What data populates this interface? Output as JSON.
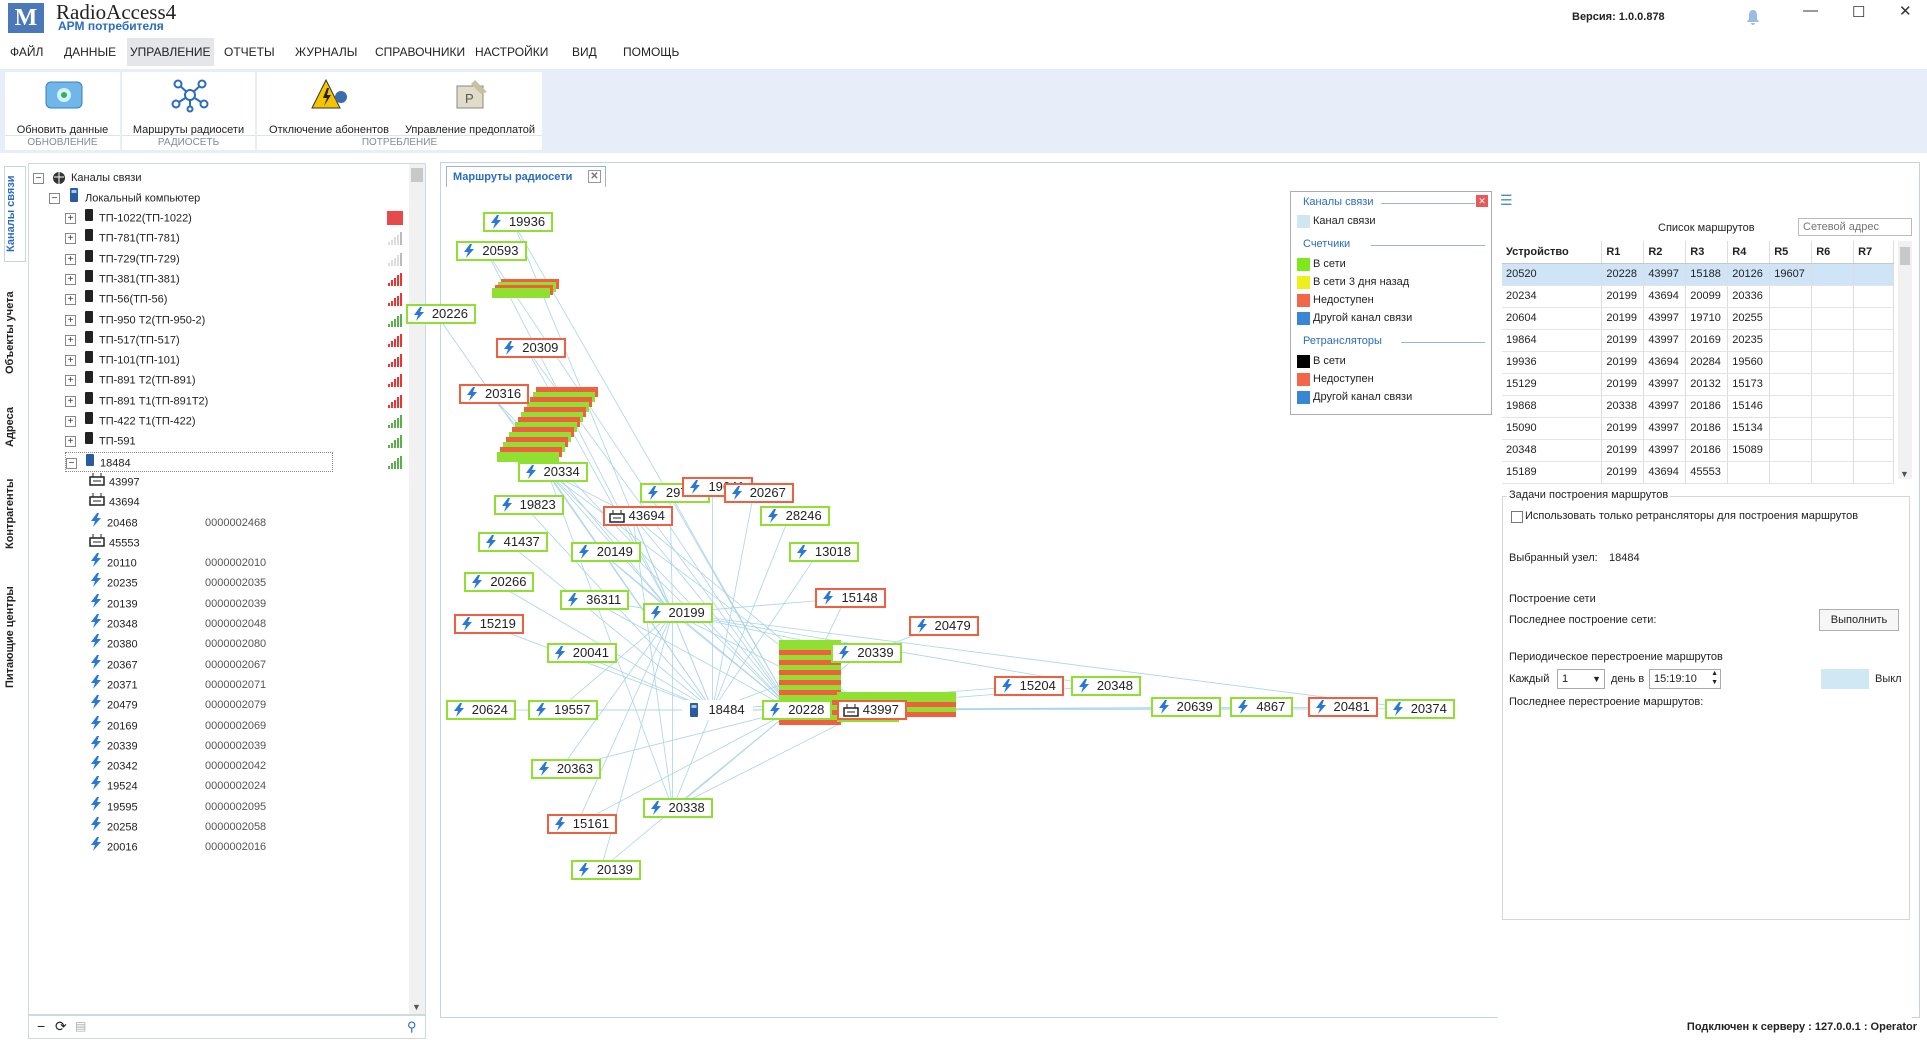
{
  "app": {
    "name": "RadioAccess4",
    "subtitle": "АРМ потребителя",
    "version": "Версия:  1.0.0.878"
  },
  "menu": [
    "ФАЙЛ",
    "ДАННЫЕ",
    "УПРАВЛЕНИЕ",
    "ОТЧЕТЫ",
    "ЖУРНАЛЫ",
    "СПРАВОЧНИКИ",
    "НАСТРОЙКИ",
    "ВИД",
    "ПОМОЩЬ"
  ],
  "ribbon": {
    "refresh": "Обновить данные",
    "routes": "Маршруты радиосети",
    "disconnect": "Отключение абонентов",
    "prepay": "Управление предоплатой",
    "g1": "ОБНОВЛЕНИЕ",
    "g2": "РАДИОСЕТЬ",
    "g3": "ПОТРЕБЛЕНИЕ"
  },
  "sidetabs": [
    "Каналы связи",
    "Объекты учета",
    "Адреса",
    "Контрагенты",
    "Питающие центры"
  ],
  "tree": {
    "root": "Каналы связи",
    "local": "Локальный компьютер",
    "tps": [
      {
        "label": "ТП-1022(ТП-1022)",
        "sig": "red-sq"
      },
      {
        "label": "ТП-781(ТП-781)",
        "sig": "grey"
      },
      {
        "label": "ТП-729(ТП-729)",
        "sig": "grey"
      },
      {
        "label": "ТП-381(ТП-381)",
        "sig": "red"
      },
      {
        "label": "ТП-56(ТП-56)",
        "sig": "red"
      },
      {
        "label": "ТП-950 Т2(ТП-950-2)",
        "sig": "green"
      },
      {
        "label": "ТП-517(ТП-517)",
        "sig": "red"
      },
      {
        "label": "ТП-101(ТП-101)",
        "sig": "red"
      },
      {
        "label": "ТП-891 Т2(ТП-891)",
        "sig": "red"
      },
      {
        "label": "ТП-891 Т1(ТП-891Т2)",
        "sig": "red"
      },
      {
        "label": "ТП-422 Т1(ТП-422)",
        "sig": "green"
      },
      {
        "label": "ТП-591",
        "sig": "green"
      },
      {
        "label": "18484",
        "sig": "green"
      }
    ],
    "children": [
      {
        "id": "43997",
        "serial": "",
        "icon": "rtr"
      },
      {
        "id": "43694",
        "serial": "",
        "icon": "rtr"
      },
      {
        "id": "20468",
        "serial": "0000002468",
        "icon": "bolt"
      },
      {
        "id": "45553",
        "serial": "",
        "icon": "rtr"
      },
      {
        "id": "20110",
        "serial": "0000002010",
        "icon": "bolt"
      },
      {
        "id": "20235",
        "serial": "0000002035",
        "icon": "bolt"
      },
      {
        "id": "20139",
        "serial": "0000002039",
        "icon": "bolt"
      },
      {
        "id": "20348",
        "serial": "0000002048",
        "icon": "bolt"
      },
      {
        "id": "20380",
        "serial": "0000002080",
        "icon": "bolt"
      },
      {
        "id": "20367",
        "serial": "0000002067",
        "icon": "bolt"
      },
      {
        "id": "20371",
        "serial": "0000002071",
        "icon": "bolt"
      },
      {
        "id": "20479",
        "serial": "0000002079",
        "icon": "bolt"
      },
      {
        "id": "20169",
        "serial": "0000002069",
        "icon": "bolt"
      },
      {
        "id": "20339",
        "serial": "0000002039",
        "icon": "bolt"
      },
      {
        "id": "20342",
        "serial": "0000002042",
        "icon": "bolt"
      },
      {
        "id": "19524",
        "serial": "0000002024",
        "icon": "bolt"
      },
      {
        "id": "19595",
        "serial": "0000002095",
        "icon": "bolt"
      },
      {
        "id": "20258",
        "serial": "0000002058",
        "icon": "bolt"
      },
      {
        "id": "20016",
        "serial": "0000002016",
        "icon": "bolt"
      }
    ]
  },
  "tab": "Маршруты радиосети",
  "nodes": [
    {
      "id": "19936",
      "c": "g"
    },
    {
      "id": "20593",
      "c": "g"
    },
    {
      "id": "20226",
      "c": "g"
    },
    {
      "id": "20309",
      "c": "r"
    },
    {
      "id": "20316",
      "c": "r"
    },
    {
      "id": "20334",
      "c": "g"
    },
    {
      "id": "19823",
      "c": "g"
    },
    {
      "id": "29778",
      "c": "g"
    },
    {
      "id": "19641",
      "c": "r"
    },
    {
      "id": "20267",
      "c": "r"
    },
    {
      "id": "43694",
      "c": "r"
    },
    {
      "id": "28246",
      "c": "g"
    },
    {
      "id": "41437",
      "c": "g"
    },
    {
      "id": "20149",
      "c": "g"
    },
    {
      "id": "13018",
      "c": "g"
    },
    {
      "id": "20266",
      "c": "g"
    },
    {
      "id": "36311",
      "c": "g"
    },
    {
      "id": "15148",
      "c": "r"
    },
    {
      "id": "15219",
      "c": "r"
    },
    {
      "id": "20199",
      "c": "g"
    },
    {
      "id": "20041",
      "c": "g"
    },
    {
      "id": "20339",
      "c": "g"
    },
    {
      "id": "20479",
      "c": "r"
    },
    {
      "id": "15204",
      "c": "r"
    },
    {
      "id": "20348",
      "c": "g"
    },
    {
      "id": "20624",
      "c": "g"
    },
    {
      "id": "19557",
      "c": "g"
    },
    {
      "id": "18484",
      "c": "b"
    },
    {
      "id": "20228",
      "c": "g"
    },
    {
      "id": "43997",
      "c": "r"
    },
    {
      "id": "20639",
      "c": "g"
    },
    {
      "id": "4867",
      "c": "g"
    },
    {
      "id": "20481",
      "c": "r"
    },
    {
      "id": "20374",
      "c": "g"
    },
    {
      "id": "20363",
      "c": "g"
    },
    {
      "id": "20338",
      "c": "g"
    },
    {
      "id": "15161",
      "c": "r"
    },
    {
      "id": "20139",
      "c": "g"
    }
  ],
  "legend": {
    "channels": "Каналы связи",
    "channel": "Канал связи",
    "meters": "Счетчики",
    "online": "В сети",
    "online3": "В сети 3 дня назад",
    "unavailable": "Недоступен",
    "other": "Другой канал связи",
    "repeaters": "Ретрансляторы",
    "r_online": "В сети",
    "r_unavailable": "Недоступен",
    "r_other": "Другой канал связи",
    "colors": {
      "channel": "#cfe8ef",
      "online": "#7fe81a",
      "online3": "#eef01a",
      "unavailable": "#f2674a",
      "other": "#3a86d6",
      "r_online": "#000000"
    }
  },
  "routes": {
    "title": "Список маршрутов",
    "search_placeholder": "Сетевой адрес",
    "headers": [
      "Устройство",
      "R1",
      "R2",
      "R3",
      "R4",
      "R5",
      "R6",
      "R7"
    ],
    "rows": [
      [
        "20520",
        "20228",
        "43997",
        "15188",
        "20126",
        "19607",
        "",
        ""
      ],
      [
        "20234",
        "20199",
        "43694",
        "20099",
        "20336",
        "",
        "",
        ""
      ],
      [
        "20604",
        "20199",
        "43997",
        "19710",
        "20255",
        "",
        "",
        ""
      ],
      [
        "19864",
        "20199",
        "43997",
        "20169",
        "20235",
        "",
        "",
        ""
      ],
      [
        "19936",
        "20199",
        "43694",
        "20284",
        "19560",
        "",
        "",
        ""
      ],
      [
        "15129",
        "20199",
        "43997",
        "20132",
        "15173",
        "",
        "",
        ""
      ],
      [
        "19868",
        "20338",
        "43997",
        "20186",
        "15146",
        "",
        "",
        ""
      ],
      [
        "15090",
        "20199",
        "43997",
        "20186",
        "15134",
        "",
        "",
        ""
      ],
      [
        "20348",
        "20199",
        "43997",
        "20186",
        "15089",
        "",
        "",
        ""
      ],
      [
        "15189",
        "20199",
        "43694",
        "45553",
        "",
        "",
        "",
        ""
      ]
    ]
  },
  "tasks": {
    "title": "Задачи построения маршрутов",
    "use_only": "Использовать только ретрансляторы для построения маршрутов",
    "selected_label": "Выбранный узел:",
    "selected": "18484",
    "build": "Построение сети",
    "last_build": "Последнее построение сети:",
    "run": "Выполнить",
    "periodic": "Периодическое перестроение маршрутов",
    "every": "Каждый",
    "every_val": "1",
    "day_at": "день в",
    "time": "15:19:10",
    "off": "Выкл",
    "last_rebuild": "Последнее перестроение маршрутов:"
  },
  "status": "Подключен к серверу : 127.0.0.1 : Operator"
}
